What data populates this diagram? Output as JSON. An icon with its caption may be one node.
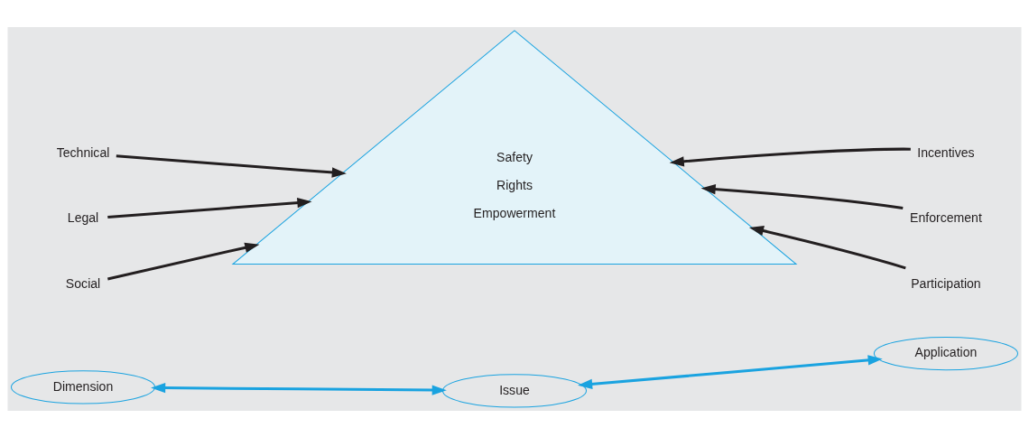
{
  "diagram": {
    "nodes": [
      {
        "text": [
          "Technical"
        ]
      },
      {
        "text": [
          "Legal"
        ]
      },
      {
        "text": [
          "Social"
        ]
      },
      {
        "text": [
          "Safety",
          "Rights",
          "Empowerment"
        ]
      },
      {
        "text": [
          "Incentives"
        ]
      },
      {
        "text": [
          "Enforcement"
        ]
      },
      {
        "text": [
          "Participation"
        ]
      },
      {
        "text": [
          "Dimension"
        ]
      },
      {
        "text": [
          "Issue"
        ]
      },
      {
        "text": [
          "Application"
        ]
      }
    ],
    "edges": [
      {
        "from": 0,
        "to": 3,
        "arrow": "to"
      },
      {
        "from": 1,
        "to": 3,
        "arrow": "to"
      },
      {
        "from": 2,
        "to": 3,
        "arrow": "to"
      },
      {
        "from": 4,
        "to": 3,
        "arrow": "to"
      },
      {
        "from": 5,
        "to": 3,
        "arrow": "to"
      },
      {
        "from": 6,
        "to": 3,
        "arrow": "to"
      },
      {
        "from": 7,
        "to": 8,
        "arrow": "both",
        "color": "#1aa3e0"
      },
      {
        "from": 8,
        "to": 9,
        "arrow": "both",
        "color": "#1aa3e0"
      }
    ]
  }
}
